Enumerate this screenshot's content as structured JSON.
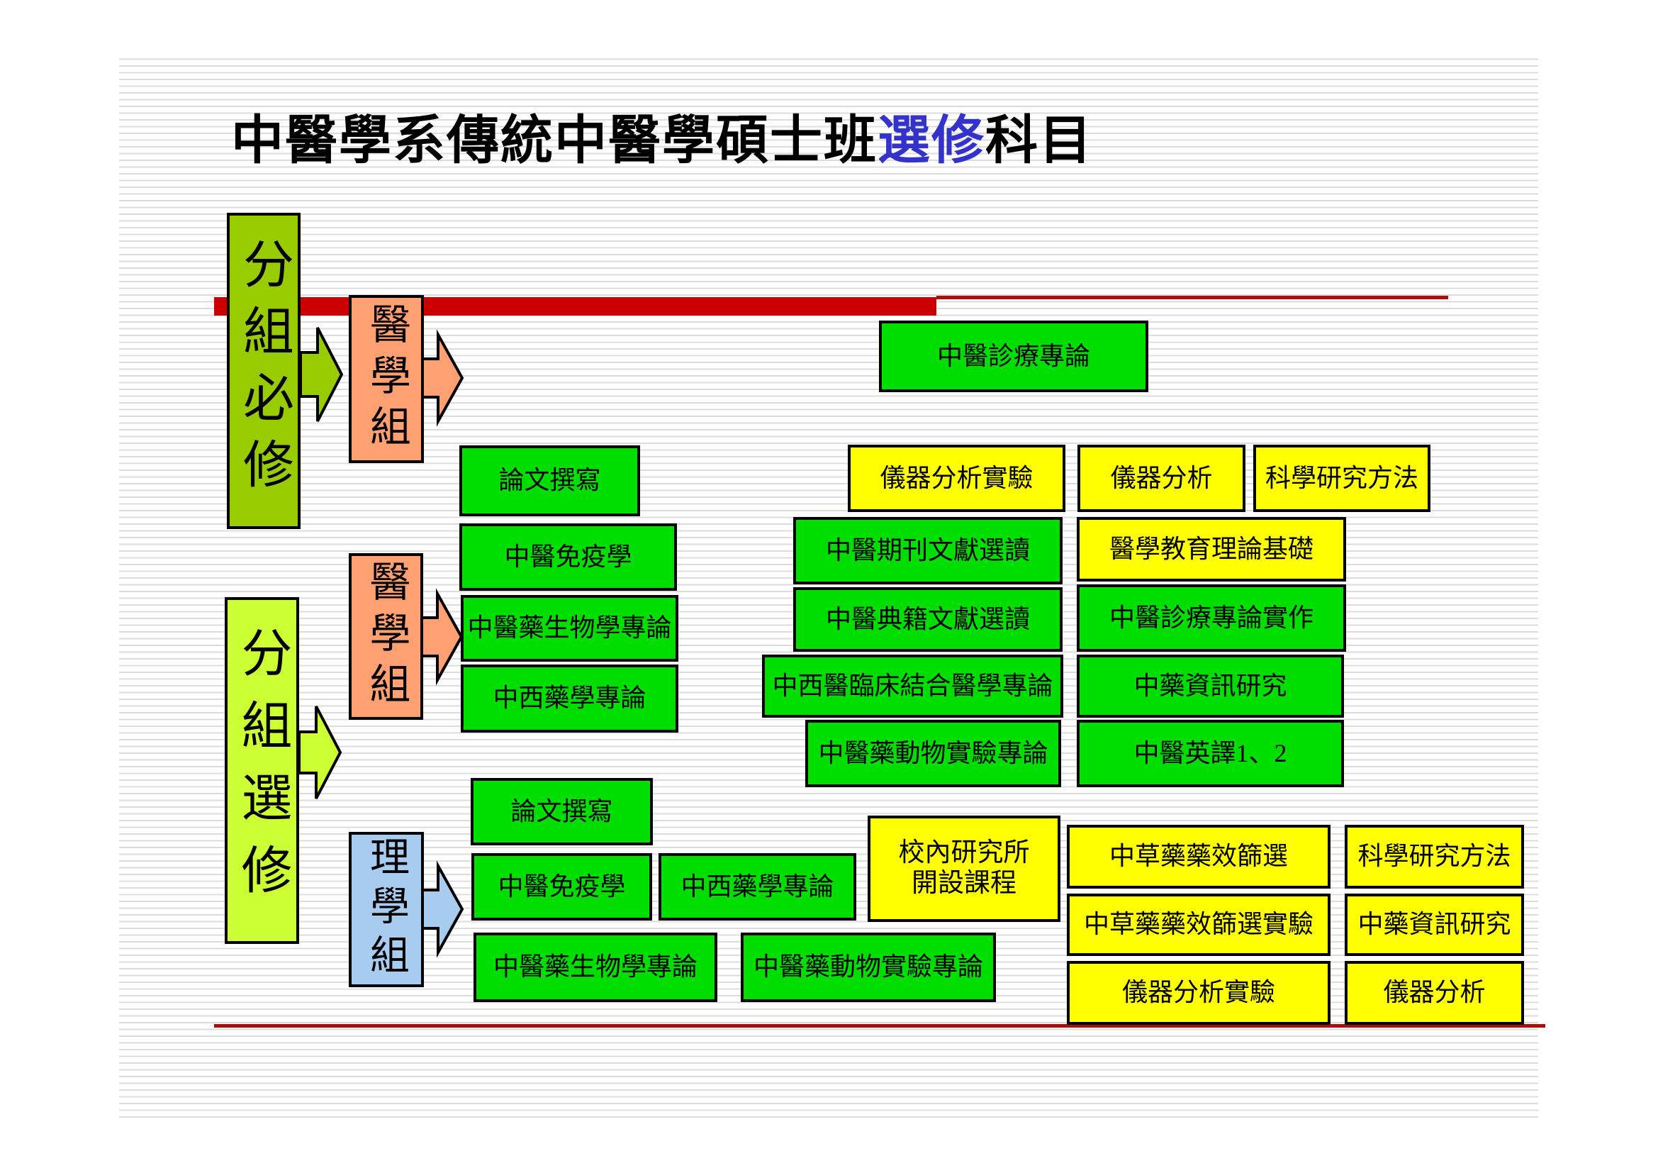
{
  "title": {
    "prefix": "中醫學系傳統中醫學碩士班",
    "highlight": "選修",
    "suffix": "科目"
  },
  "groups": {
    "required": {
      "label": "分組必修"
    },
    "elective": {
      "label": "分組選修"
    },
    "medical_top": {
      "label": "醫學組"
    },
    "medical_mid": {
      "label": "醫學組"
    },
    "science": {
      "label": "理學組"
    }
  },
  "courses": {
    "zhenliao": "中醫診療專論",
    "lunwen1": "論文撰寫",
    "mianyi1": "中醫免疫學",
    "shengwu1": "中醫藥生物學專論",
    "zhongxi1": "中西藥學專論",
    "yiqi_shiyan1": "儀器分析實驗",
    "yiqi1": "儀器分析",
    "kexue1": "科學研究方法",
    "qikan": "中醫期刊文獻選讀",
    "jiaoyu": "醫學教育理論基礎",
    "dianji": "中醫典籍文獻選讀",
    "shizuo": "中醫診療專論實作",
    "linchuang": "中西醫臨床結合醫學專論",
    "zixun1": "中藥資訊研究",
    "dongwu1": "中醫藥動物實驗專論",
    "yingyi": "中醫英譯1、2",
    "lunwen2": "論文撰寫",
    "mianyi2": "中醫免疫學",
    "zhongxi2": "中西藥學專論",
    "xiaonei_line1": "校內研究所",
    "xiaonei_line2": "開設課程",
    "caoyao": "中草藥藥效篩選",
    "kexue2": "科學研究方法",
    "caoyao_shiyan": "中草藥藥效篩選實驗",
    "zixun2": "中藥資訊研究",
    "shengwu2": "中醫藥生物學專論",
    "dongwu2": "中醫藥動物實驗專論",
    "yiqi_shiyan2": "儀器分析實驗",
    "yiqi2": "儀器分析"
  },
  "colors": {
    "required_box": "#99cc00",
    "elective_box": "#ccff33",
    "medical_box": "#ffa073",
    "science_box": "#a8ccf0",
    "course_green": "#00de00",
    "course_yellow": "#ffff00",
    "red_bar": "#cc0000",
    "red_line": "#aa0f0f",
    "title_highlight": "#3333cc"
  }
}
